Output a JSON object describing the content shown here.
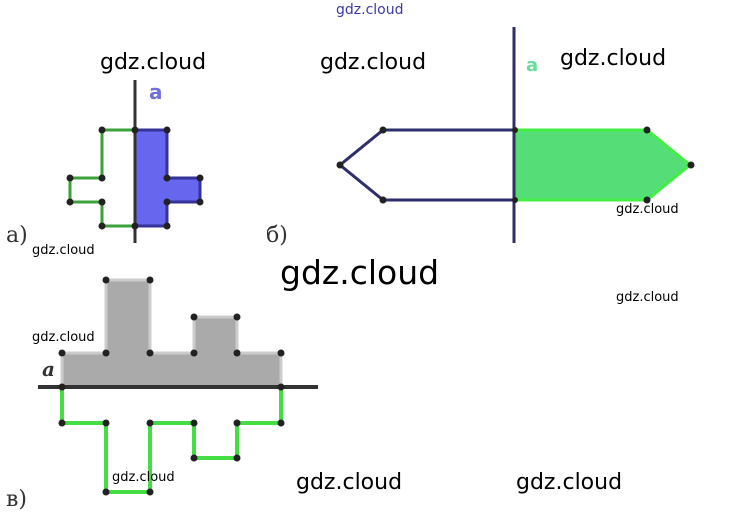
{
  "watermarks": {
    "top": "gdz.cloud",
    "a_top": "gdz.cloud",
    "b_left": "gdz.cloud",
    "b_right": "gdz.cloud",
    "b_small": "gdz.cloud",
    "a_small": "gdz.cloud",
    "center_big": "gdz.cloud",
    "mid_right_small": "gdz.cloud",
    "c_left_small": "gdz.cloud",
    "c_bottom_small": "gdz.cloud",
    "bottom_mid": "gdz.cloud",
    "bottom_right": "gdz.cloud"
  },
  "figures": {
    "a": {
      "label": "а)",
      "axis_label": "a",
      "original_color": "#4b4bdc",
      "reflection_color": "#3ca03c"
    },
    "b": {
      "label": "б)",
      "axis_label": "a",
      "original_color": "#2e2e6e",
      "reflection_color": "#4cdc6c"
    },
    "c": {
      "label": "в)",
      "axis_label": "a",
      "original_color": "#a8a8a8",
      "reflection_color": "#44dd44"
    }
  }
}
